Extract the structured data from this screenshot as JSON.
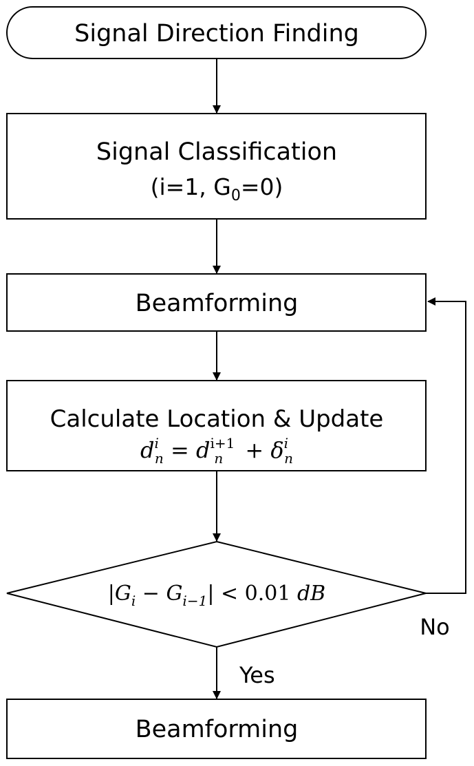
{
  "diagram": {
    "start_label": "Signal Direction Finding",
    "classification_label": "Signal Classification",
    "classification_sub": {
      "prefix": "(i=1,  G",
      "subscript": "0",
      "suffix": "=0)"
    },
    "beamforming_1_label": "Beamforming",
    "calc_label": "Calculate Location & Update",
    "calc_formula": {
      "lhs_base": "d",
      "lhs_sub": "n",
      "lhs_sup": "i",
      "equals": " = ",
      "rhs1_base": "d",
      "rhs1_sub": "n",
      "rhs1_sup": "i+1",
      "plus": " + ",
      "rhs2_base": "δ",
      "rhs2_sub": "n",
      "rhs2_sup": "i"
    },
    "decision_formula": {
      "open_bar": "|",
      "g1_base": "G",
      "g1_sub": "i",
      "minus": " − ",
      "g2_base": "G",
      "g2_sub": "i−1",
      "close_bar": "|",
      "less": " < ",
      "threshold": "0.01",
      "unit": " dB"
    },
    "no_label": "No",
    "yes_label": "Yes",
    "beamforming_2_label": "Beamforming"
  },
  "colors": {
    "stroke": "#000000",
    "fill": "#ffffff",
    "text": "#000000"
  }
}
